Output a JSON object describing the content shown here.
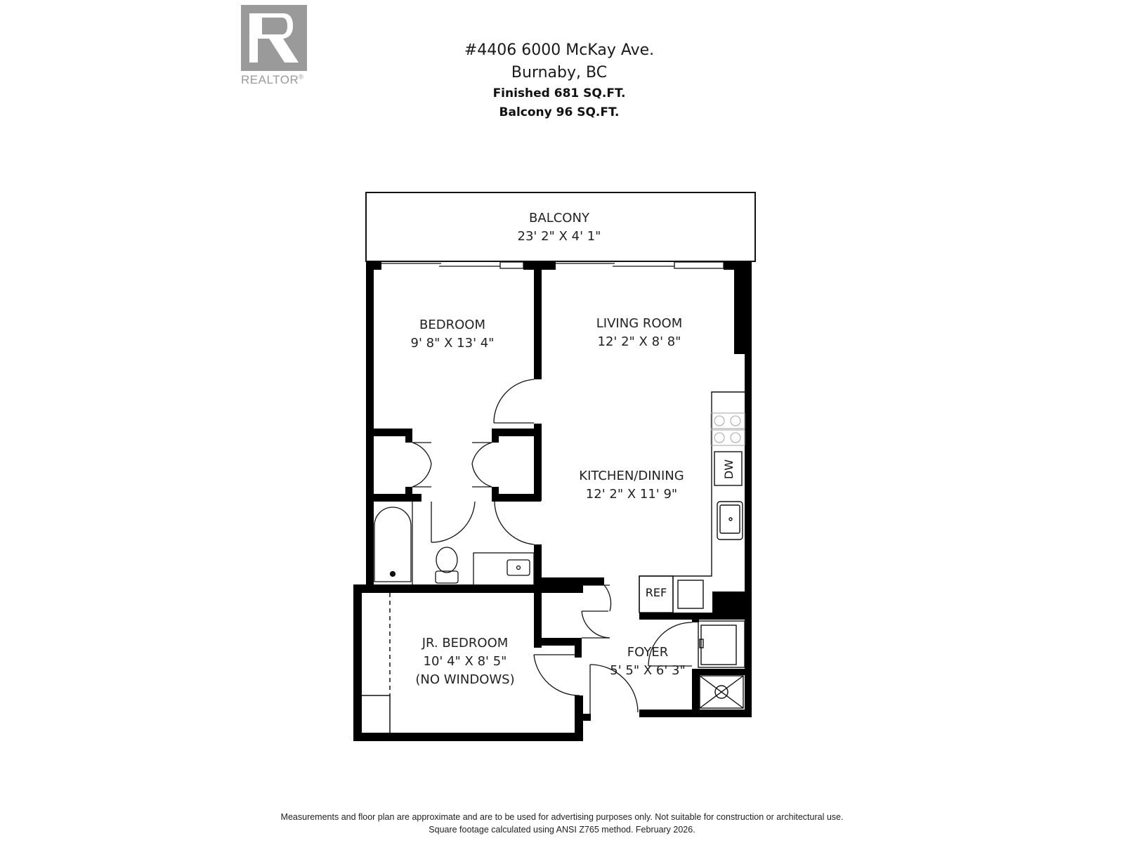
{
  "brand": {
    "logo_icon": "realtor-r-icon",
    "logo_text": "REALTOR",
    "logo_mark": "®",
    "logo_color": "#9a9a9a"
  },
  "header": {
    "address": "#4406 6000 McKay Ave.",
    "city": "Burnaby, BC",
    "finished_area": "Finished  681 SQ.FT.",
    "balcony_area": "Balcony  96 SQ.FT."
  },
  "rooms": [
    {
      "name": "BALCONY",
      "dims": "23' 2\" X 4' 1\""
    },
    {
      "name": "BEDROOM",
      "dims": "9' 8\" X 13' 4\""
    },
    {
      "name": "LIVING ROOM",
      "dims": "12' 2\" X 8' 8\""
    },
    {
      "name": "KITCHEN/DINING",
      "dims": "12' 2\" X 11' 9\""
    },
    {
      "name": "JR. BEDROOM",
      "dims": "10' 4\" X 8' 5\"",
      "note": "(NO WINDOWS)"
    },
    {
      "name": "FOYER",
      "dims": "5' 5\" X 6' 3\""
    }
  ],
  "fixtures": {
    "dishwasher": "DW",
    "refrigerator": "REF"
  },
  "footer": {
    "line1": "Measurements and floor plan are approximate and are to be used for advertising purposes only. Not suitable for construction or architectural use.",
    "line2": "Square footage calculated using ANSI Z765 method. February 2026."
  }
}
